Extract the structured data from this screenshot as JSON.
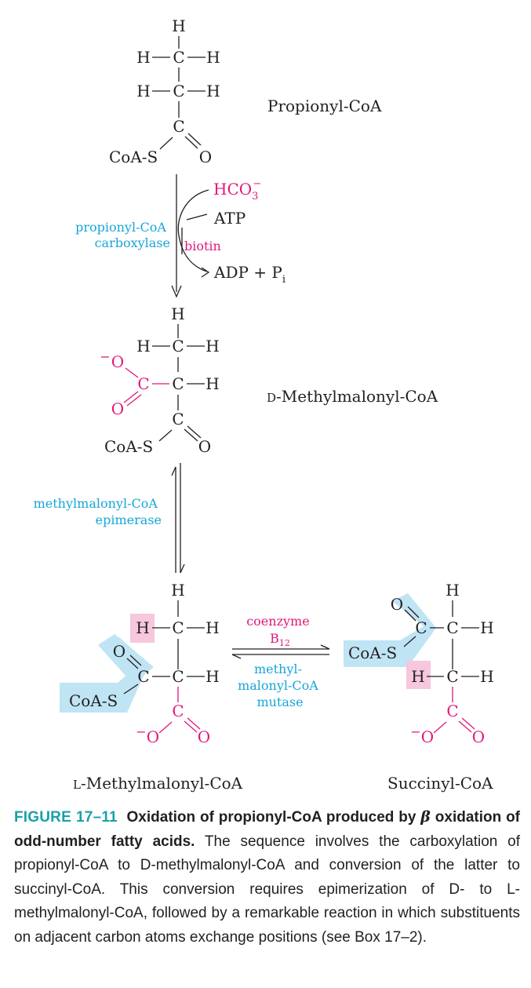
{
  "colors": {
    "black": "#231f20",
    "magenta": "#e2177b",
    "cyan": "#17a5d8",
    "highlight_blue": "#bfe4f4",
    "highlight_pink": "#f6c7dd",
    "caption_title": "#1aa0a9"
  },
  "atoms": {
    "H": "H",
    "C": "C",
    "O": "O",
    "O_minus": "O",
    "minus": "−",
    "CoAS": "CoA-S"
  },
  "compounds": {
    "propionyl": "Propionyl-CoA",
    "d_methylmalonyl": "D-Methylmalonyl-CoA",
    "l_methylmalonyl": "L-Methylmalonyl-CoA",
    "succinyl": "Succinyl-CoA"
  },
  "reaction1": {
    "enzyme_line1": "propionyl-CoA",
    "enzyme_line2": "carboxylase",
    "cofactor": "biotin",
    "input1_main": "HCO",
    "input1_sub": "3",
    "input1_sup": "−",
    "input2": "ATP",
    "output_main": "ADP + P",
    "output_sub": "i"
  },
  "reaction2": {
    "enzyme_line1": "methylmalonyl-CoA",
    "enzyme_line2": "epimerase"
  },
  "reaction3": {
    "cofactor_line1": "coenzyme",
    "cofactor_line2_main": "B",
    "cofactor_line2_sub": "12",
    "enzyme_line1": "methyl-",
    "enzyme_line2": "malonyl-CoA",
    "enzyme_line3": "mutase"
  },
  "caption": {
    "fig_label": "FIGURE 17–11",
    "title_part1": "Oxidation of propionyl-CoA produced by ",
    "title_beta": "β",
    "title_part2": " oxidation of odd-number fatty acids.",
    "body": "The sequence involves the carboxylation of propionyl-CoA to D-methylmalonyl-CoA and conversion of the latter to succinyl-CoA. This conversion requires epimerization of D- to L-methylmalonyl-CoA, followed by a remarkable reaction in which substituents on adjacent carbon atoms exchange positions (see Box 17–2)."
  }
}
